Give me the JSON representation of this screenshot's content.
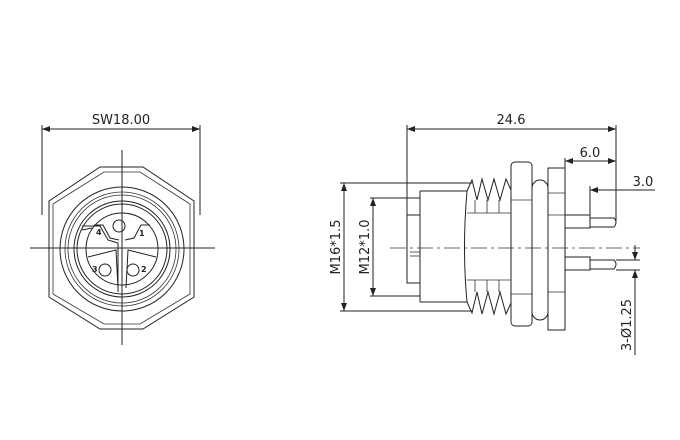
{
  "front_view": {
    "width_label": "SW18.00",
    "pin_labels": [
      "1",
      "2",
      "3",
      "4"
    ]
  },
  "side_view": {
    "length_label": "24.6",
    "pin_length_label": "6.0",
    "pin_tip_label": "3.0",
    "outer_thread_label": "M16*1.5",
    "inner_thread_label": "M12*1.0",
    "pin_diameter_label": "3-Ø1.25"
  }
}
